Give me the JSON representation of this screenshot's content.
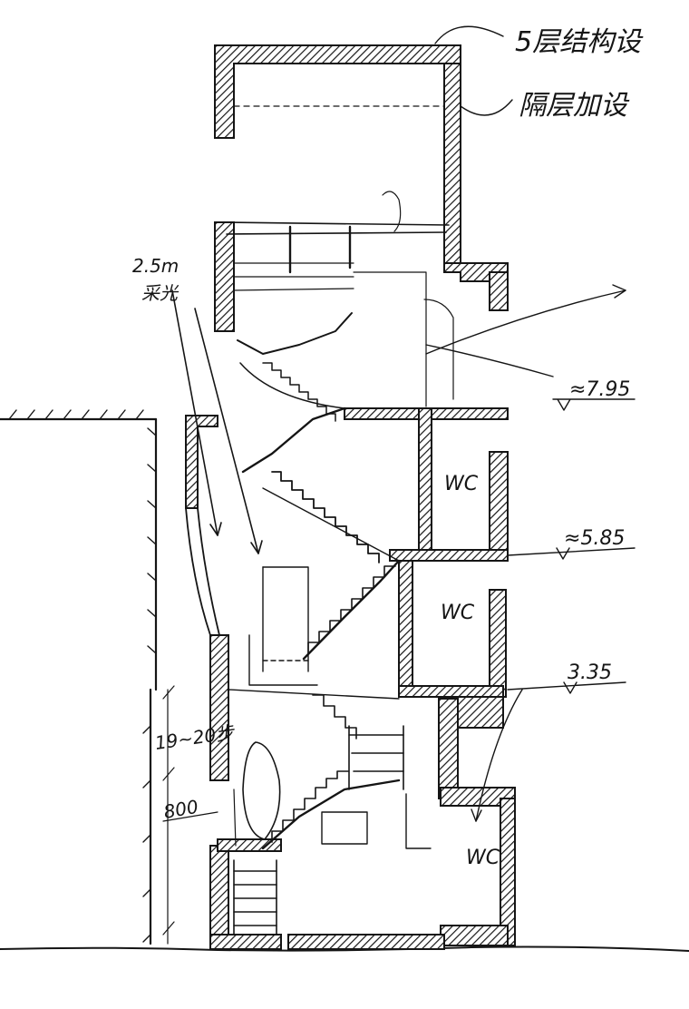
{
  "drawing": {
    "annotations": {
      "roof_top": "5层结构设",
      "roof_second": "隔层加设"
    },
    "levels": {
      "upper": "≈7.95",
      "middle": "≈5.85",
      "lower": "3.35"
    },
    "rooms": {
      "wc_upper": "WC",
      "wc_middle": "WC",
      "wc_lower": "WC"
    },
    "side_notes": {
      "skylight_a": "2.5m",
      "skylight_b": "采光",
      "riser": "19~20步",
      "width": "800"
    }
  }
}
